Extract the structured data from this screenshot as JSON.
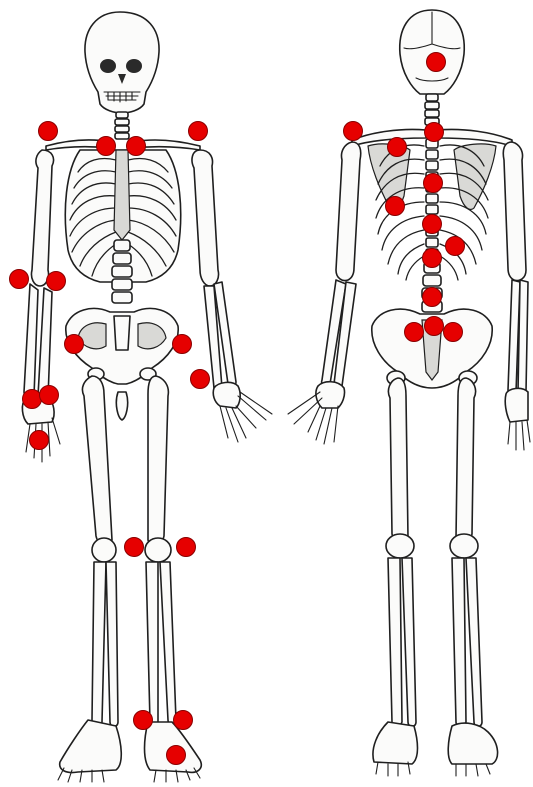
{
  "marker_color": "#e60000",
  "markers": [
    {
      "view": "anterior",
      "site": "right-shoulder"
    },
    {
      "view": "anterior",
      "site": "left-shoulder"
    },
    {
      "view": "anterior",
      "site": "right-sternoclavicular"
    },
    {
      "view": "anterior",
      "site": "left-sternoclavicular"
    },
    {
      "view": "anterior",
      "site": "right-elbow-lateral"
    },
    {
      "view": "anterior",
      "site": "right-elbow-medial"
    },
    {
      "view": "anterior",
      "site": "right-iliac-crest"
    },
    {
      "view": "anterior",
      "site": "left-iliac-crest"
    },
    {
      "view": "anterior",
      "site": "left-greater-trochanter"
    },
    {
      "view": "anterior",
      "site": "right-wrist-lateral"
    },
    {
      "view": "anterior",
      "site": "right-wrist-medial"
    },
    {
      "view": "anterior",
      "site": "right-hand"
    },
    {
      "view": "anterior",
      "site": "right-knee-medial"
    },
    {
      "view": "anterior",
      "site": "left-knee-lateral"
    },
    {
      "view": "anterior",
      "site": "left-ankle-medial"
    },
    {
      "view": "anterior",
      "site": "left-ankle-lateral"
    },
    {
      "view": "anterior",
      "site": "left-foot"
    },
    {
      "view": "posterior",
      "site": "occiput"
    },
    {
      "view": "posterior",
      "site": "left-acromion"
    },
    {
      "view": "posterior",
      "site": "left-scapula-upper"
    },
    {
      "view": "posterior",
      "site": "cervical-spine"
    },
    {
      "view": "posterior",
      "site": "left-scapula-lower"
    },
    {
      "view": "posterior",
      "site": "thoracic-spine-upper"
    },
    {
      "view": "posterior",
      "site": "thoracic-spine-middle"
    },
    {
      "view": "posterior",
      "site": "right-lower-rib"
    },
    {
      "view": "posterior",
      "site": "thoracic-spine-lower"
    },
    {
      "view": "posterior",
      "site": "lumbar-spine"
    },
    {
      "view": "posterior",
      "site": "left-sacroiliac"
    },
    {
      "view": "posterior",
      "site": "sacrum"
    },
    {
      "view": "posterior",
      "site": "right-sacroiliac"
    }
  ]
}
